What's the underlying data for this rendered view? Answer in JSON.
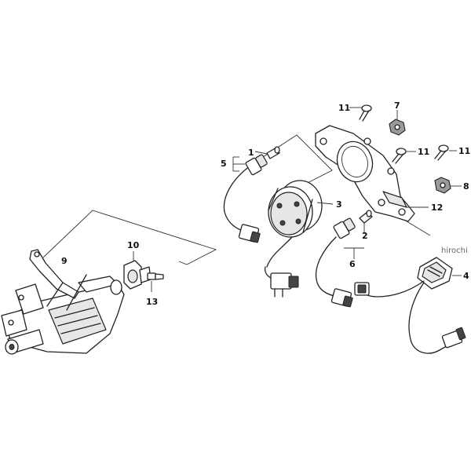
{
  "watermark": "hirochi",
  "callouts": {
    "c1": "1",
    "c2": "2",
    "c3": "3",
    "c4": "4",
    "c5": "5",
    "c6": "6",
    "c7": "7",
    "c8": "8",
    "c9": "9",
    "c10": "10",
    "c11a": "11",
    "c11b": "11",
    "c11c": "11",
    "c12": "12",
    "c13": "13"
  }
}
